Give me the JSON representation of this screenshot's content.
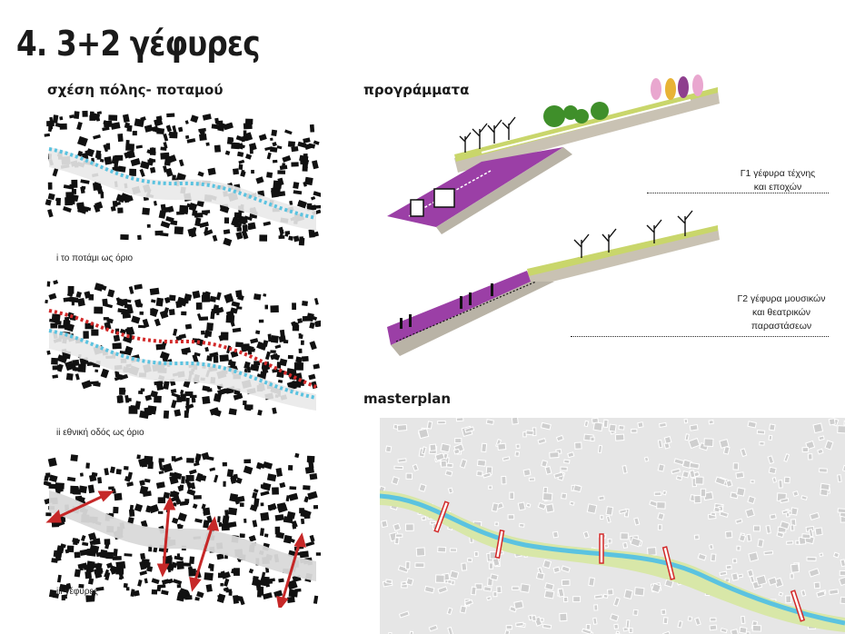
{
  "title": "4. 3+2 γέφυρες",
  "left": {
    "heading": "σχέση πόλης- ποταμού",
    "captions": [
      "i το ποτάμι ως όριο",
      "ii εθνική οδός ως όριο",
      "iii γέφυρες"
    ]
  },
  "right": {
    "heading": "προγράμματα",
    "bridge1": {
      "line1": "Γ1 γέφυρα τέχνης",
      "line2": "και εποχών"
    },
    "bridge2": {
      "line1": "Γ2 γέφυρα μουσικών",
      "line2": "και θεατρικών",
      "line3": "παραστάσεων"
    }
  },
  "masterplan": {
    "heading": "masterplan"
  },
  "colors": {
    "river": "#5bc3e0",
    "highway": "#d32a2a",
    "arrow": "#c62828",
    "purple": "#9b3fa6",
    "lime": "#c9d66b",
    "concrete": "#b9b3a6"
  }
}
